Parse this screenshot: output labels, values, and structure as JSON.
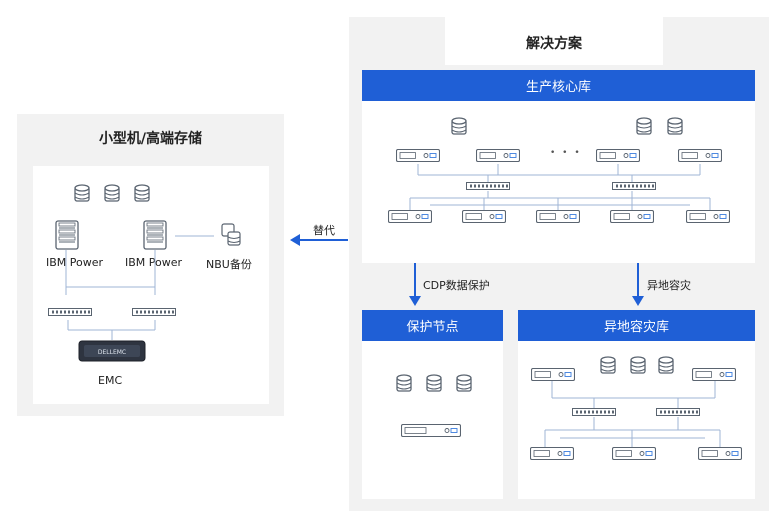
{
  "left": {
    "title": "小型机/高端存储",
    "server1_label": "IBM Power",
    "server2_label": "IBM Power",
    "backup_label": "NBU备份",
    "storage_label": "EMC",
    "storage_brand": "DELLEMC"
  },
  "arrow": {
    "label": "替代"
  },
  "right": {
    "title": "解决方案",
    "prod_bar": "生产核心库",
    "ellipsis": "• • •",
    "cdp_arrow_label": "CDP数据保护",
    "dr_arrow_label": "异地容灾",
    "node_bar": "保护节点",
    "dr_bar": "异地容灾库"
  },
  "colors": {
    "accent": "#1f5fd6",
    "outer_bg": "#f2f2f2",
    "inner_bg": "#ffffff",
    "icon_stroke": "#5a6470"
  }
}
